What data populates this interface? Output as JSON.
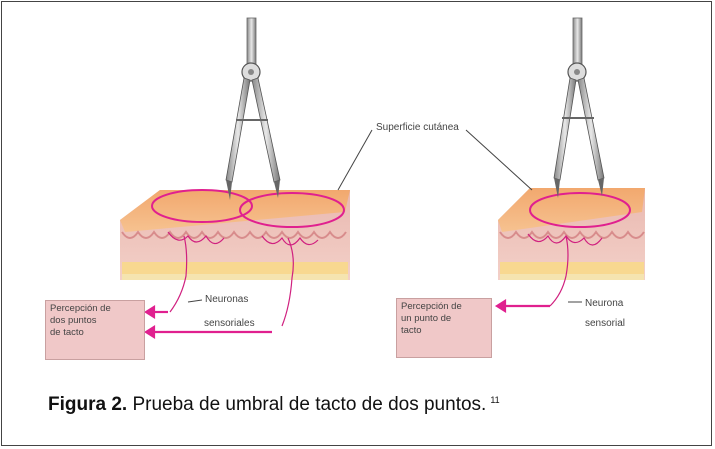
{
  "diagram": {
    "labels": {
      "skin_surface": "Superficie cutánea",
      "neurons_line1": "Neuronas",
      "neurons_line2": "sensoriales",
      "neuron_line1": "Neurona",
      "neuron_line2": "sensorial"
    },
    "boxes": {
      "two_points": [
        "Percepción de",
        "dos puntos",
        "de tacto"
      ],
      "one_point": [
        "Percepción de",
        "un punto de",
        "tacto"
      ]
    },
    "colors": {
      "receptive_field": "#e0208f",
      "skin_top": "#f0a070",
      "fat_layer": "#f8d890",
      "label_box": "#f0c8c8"
    }
  },
  "caption": {
    "prefix": "Figura 2.",
    "text": "Prueba de umbral de tacto de dos puntos.",
    "ref": "11"
  }
}
